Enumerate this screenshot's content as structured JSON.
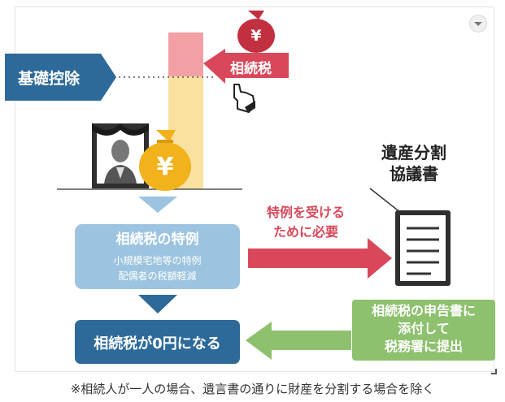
{
  "diagram": {
    "basic_deduction": "基礎控除",
    "inheritance_tax_tag": "相続税",
    "yen_symbol": "¥",
    "document_title_line1": "遺産分割",
    "document_title_line2": "協議書",
    "special_case_box": {
      "title": "相続税の特例",
      "line1": "小規模宅地等の特例",
      "line2": "配偶者の税額軽減"
    },
    "red_arrow_label_line1": "特例を受ける",
    "red_arrow_label_line2": "ために必要",
    "result_box": "相続税が0円になる",
    "green_box": {
      "line1": "相続税の申告書に",
      "line2": "添付して",
      "line3": "税務署に提出"
    }
  },
  "footnote": "※相続人が一人の場合、遺言書の通りに財産を分割する場合を除く",
  "colors": {
    "dark_blue": "#2d6a9a",
    "light_blue": "#9cc4e0",
    "red": "#d9485a",
    "green": "#8dc16e",
    "gold": "#f2b21b",
    "dark_red_bag": "#c2303f"
  }
}
